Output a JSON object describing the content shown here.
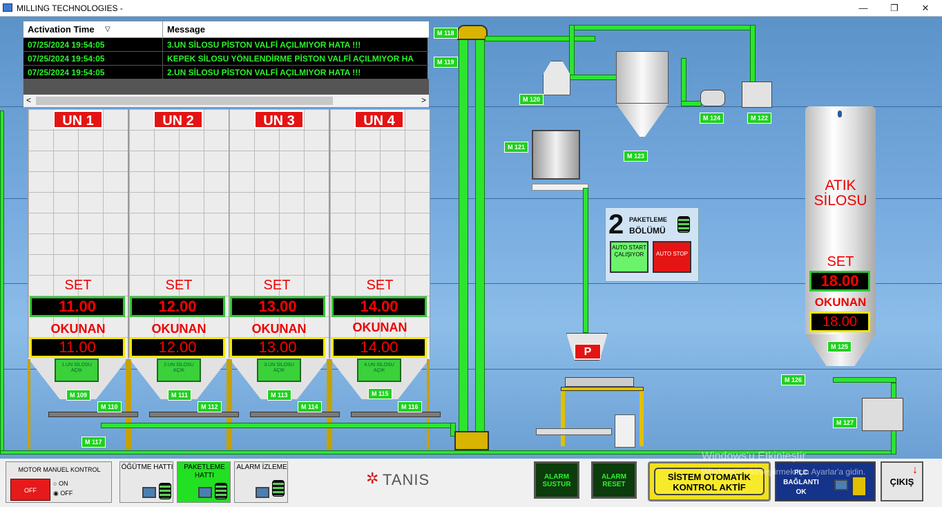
{
  "window": {
    "title": "MILLING TECHNOLOGIES -",
    "minimize": "—",
    "restore": "❐",
    "close": "✕"
  },
  "alarms": {
    "headers": {
      "time": "Activation Time",
      "sort": "▽",
      "message": "Message"
    },
    "rows": [
      {
        "time": "07/25/2024 19:54:05",
        "message": "3.UN SİLOSU PİSTON VALFİ AÇILMIYOR HATA !!!"
      },
      {
        "time": "07/25/2024 19:54:05",
        "message": "KEPEK SİLOSU YÖNLENDİRME PİSTON VALFİ AÇILMIYOR HA"
      },
      {
        "time": "07/25/2024 19:54:05",
        "message": "2.UN SİLOSU PİSTON VALFİ AÇILMIYOR HATA !!!"
      }
    ],
    "scroll_left": "<",
    "scroll_right": ">"
  },
  "silos": [
    {
      "label": "UN 1",
      "set_label": "SET",
      "set": "11.00",
      "okunan_label": "OKUNAN",
      "okunan": "11.00",
      "button": "1.UN SİLOSU AÇIK",
      "m1": "M 109",
      "m2": "M 110"
    },
    {
      "label": "UN 2",
      "set_label": "SET",
      "set": "12.00",
      "okunan_label": "OKUNAN",
      "okunan": "12.00",
      "button": "2.UN SİLOSU AÇIK",
      "m1": "M 111",
      "m2": "M 112"
    },
    {
      "label": "UN 3",
      "set_label": "SET",
      "set": "13.00",
      "okunan_label": "OKUNAN",
      "okunan": "13.00",
      "button": "3.UN SİLOSU AÇIK",
      "m1": "M 113",
      "m2": "M 114"
    },
    {
      "label": "UN 4",
      "set_label": "SET",
      "set": "14.00",
      "okunan_label": "OKUNAN",
      "okunan": "14.00",
      "button": "4.UN SİLOSU AÇIK",
      "m1": "M 115",
      "m2": "M 116"
    }
  ],
  "motors": {
    "m117": "M 117",
    "m118": "M 118",
    "m119": "M 119",
    "m120": "M 120",
    "m121": "M 121",
    "m122": "M 122",
    "m123": "M 123",
    "m124": "M 124",
    "m125": "M 125",
    "m126": "M 126",
    "m127": "M 127"
  },
  "packing": {
    "number": "2",
    "title_line1": "PAKETLEME",
    "title_line2": "BÖLÜMÜ",
    "auto_start": "AUTO START ÇALIŞIYOR",
    "auto_stop": "AUTO STOP",
    "p_sign": "P"
  },
  "atik": {
    "title_line1": "ATIK",
    "title_line2": "SİLOSU",
    "set_label": "SET",
    "set": "18.00",
    "okunan_label": "OKUNAN",
    "okunan": "18.00"
  },
  "bottom": {
    "motor_manuel": "MOTOR MANUEL KONTROL",
    "off_button": "OFF",
    "on_label": "ON",
    "off_label": "OFF",
    "ogutme": "ÖĞÜTME HATTI",
    "paketleme": "PAKETLEME HATTI",
    "alarm_izleme": "ALARM İZLEME",
    "brand": "TANIS",
    "alarm_sustur": "ALARM SUSTUR",
    "alarm_reset": "ALARM RESET",
    "sistem": "SİSTEM OTOMATİK KONTROL AKTİF",
    "plc": "PLC BAĞLANTI OK",
    "cikis": "ÇIKIŞ",
    "watermark_line1": "Windows'u Etkinleştir",
    "watermark_line2": "Windows'u etkinleştirmek için Ayarlar'a gidin."
  },
  "colors": {
    "accent_green": "#2de52d",
    "alarm_red": "#e41414",
    "display_red": "#ff0000",
    "sky": "#79ace0"
  }
}
